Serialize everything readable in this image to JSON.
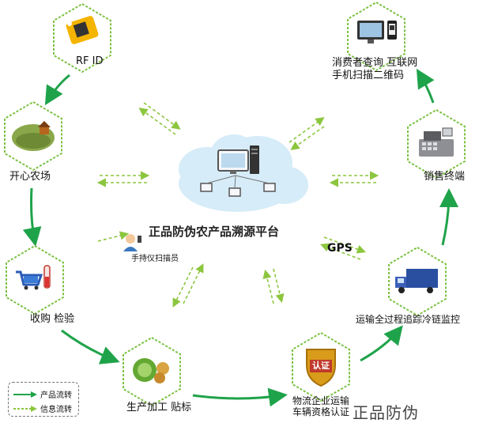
{
  "center": {
    "title": "正品防伪农产品溯源平台",
    "scanner_label": "手持仪扫描员",
    "gps_label": "GPS"
  },
  "nodes": {
    "rfid": "RF ID",
    "farm": "开心农场",
    "purchase": "收购 检验",
    "processing": "生产加工 贴标",
    "logistics_line1": "物流企业运输",
    "logistics_line2": "车辆资格认证",
    "logistics_badge": "认证",
    "transport": "运输全过程追踪冷链监控",
    "sales": "销售终端",
    "consumer_line1": "消费者查询 互联网",
    "consumer_line2": "手机扫描二维码"
  },
  "legend": {
    "product_flow": "产品流转",
    "info_flow": "信息流转"
  },
  "watermark": "正品防伪",
  "colors": {
    "product_arrow": "#1fa34a",
    "info_arrow": "#8cc63f",
    "hex_border": "#7cc143",
    "cloud": "#d6ecf8"
  }
}
